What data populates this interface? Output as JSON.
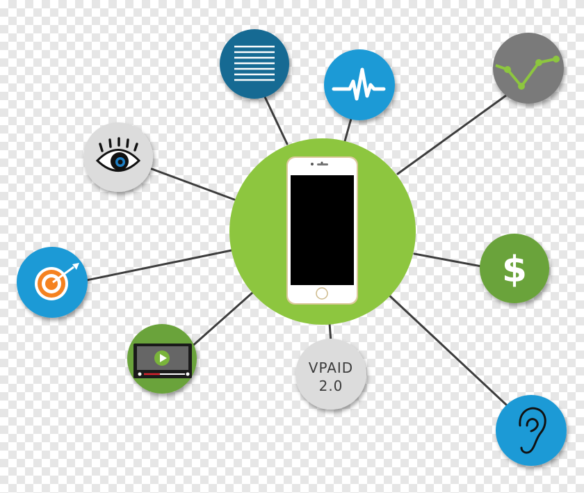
{
  "vpaid": {
    "line1": "VPAID",
    "line2": "2.0"
  },
  "colors": {
    "hub_green": "#8dc63f",
    "node_green": "#6aa33a",
    "node_blue": "#1e9ad6",
    "node_navy": "#196b93",
    "node_gray": "#7a7a7a",
    "node_lightgray": "#dcdcdc",
    "connector": "#3d3d3d",
    "phone_body": "#ffffff",
    "phone_frame": "#dcc99c"
  },
  "nodes": [
    {
      "icon": "document-lines-icon",
      "color": "node_navy"
    },
    {
      "icon": "pulse-icon",
      "color": "node_blue"
    },
    {
      "icon": "line-chart-icon",
      "color": "node_gray"
    },
    {
      "icon": "eye-icon",
      "color": "node_lightgray"
    },
    {
      "icon": "dollar-icon",
      "color": "node_green"
    },
    {
      "icon": "target-icon",
      "color": "node_blue"
    },
    {
      "icon": "video-player-icon",
      "color": "node_green"
    },
    {
      "icon": "vpaid-badge",
      "color": "node_lightgray"
    },
    {
      "icon": "ear-icon",
      "color": "node_blue"
    }
  ]
}
